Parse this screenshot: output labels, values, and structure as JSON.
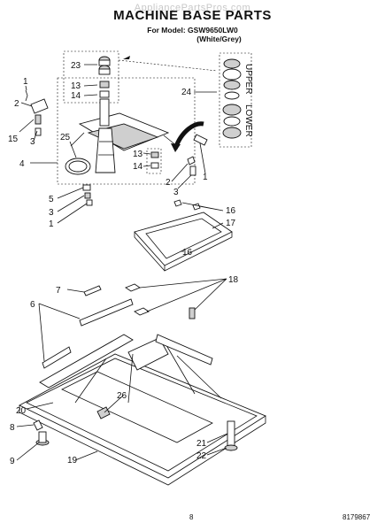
{
  "header": {
    "watermark": "AppliancePartsPros.com",
    "title": "MACHINE BASE PARTS",
    "model_line": "For Model: GSW9650LW0",
    "color_line": "(White/Grey)"
  },
  "diagram": {
    "side_labels": {
      "upper": "UPPER",
      "lower": "LOWER"
    },
    "callouts": [
      "23",
      "13",
      "14",
      "24",
      "1",
      "2",
      "15",
      "3",
      "25",
      "4",
      "13",
      "14",
      "2",
      "3",
      "1",
      "5",
      "3",
      "1",
      "16",
      "17",
      "16",
      "7",
      "18",
      "6",
      "20",
      "26",
      "8",
      "9",
      "19",
      "21",
      "22"
    ]
  },
  "footer": {
    "page_number": "8",
    "catalog_number": "8179867"
  }
}
